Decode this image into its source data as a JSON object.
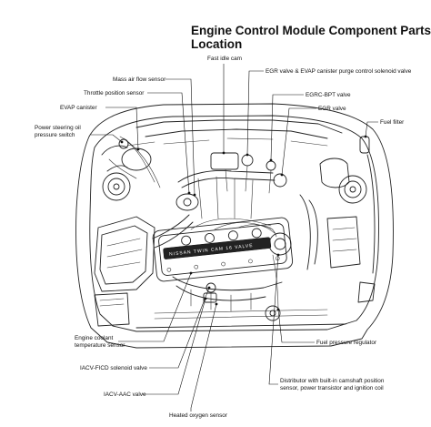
{
  "title": {
    "line1": "Engine Control Module Component Parts",
    "line2": "Location"
  },
  "engine_brand": "NISSAN TWIN CAM 16 VALVE",
  "labels": {
    "fast_idle_cam": "Fast idle cam",
    "mass_air_flow": "Mass air flow sensor",
    "egr_evap": "EGR valve & EVAP canister purge control solenoid valve",
    "throttle_position": "Throttle position sensor",
    "egrc_bpt": "EGRC-BPT valve",
    "evap_canister": "EVAP canister",
    "egr_valve": "EGR valve",
    "fuel_filter": "Fuel filter",
    "ps_oil_1": "Power steering oil",
    "ps_oil_2": "pressure switch",
    "coolant_1": "Engine coolant",
    "coolant_2": "temperature sensor",
    "fuel_pressure": "Fuel pressure regulator",
    "iacv_ficd": "IACV-FICD solenoid valve",
    "distributor_1": "Distributor with built-in camshaft position",
    "distributor_2": "sensor, power transistor and ignition coil",
    "iacv_aac": "IACV-AAC valve",
    "heated_oxygen": "Heated oxygen sensor"
  }
}
